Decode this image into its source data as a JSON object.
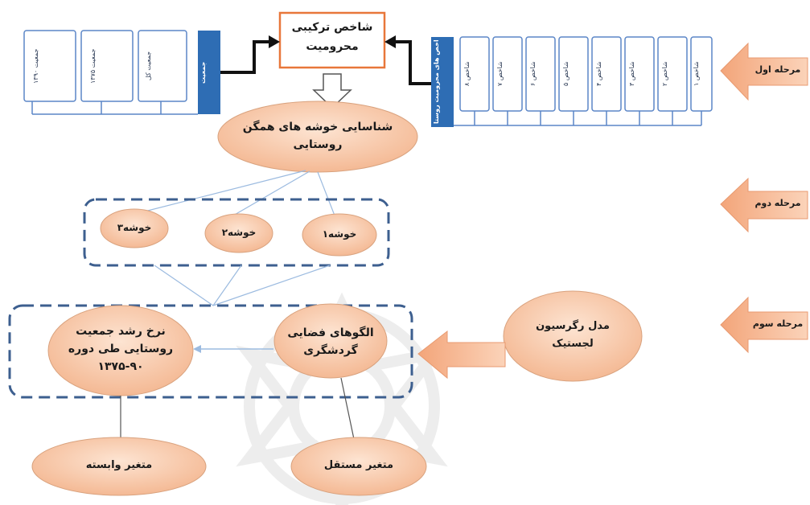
{
  "colors": {
    "ellipse_fill": "#f7c9a8",
    "ellipse_stroke": "#d9a27e",
    "box_stroke": "#5b86c7",
    "header_fill": "#2e6db4",
    "highlight_stroke": "#e8773a",
    "arrow_fill": "#f6b08a",
    "dashed": "#3d5f8f",
    "connector": "#9cbbe0"
  },
  "stages": {
    "first": "مرحله اول",
    "second": "مرحله دوم",
    "third": "مرحله سوم"
  },
  "composite_index": {
    "line1": "شاخص ترکیبی",
    "line2": "محرومیت"
  },
  "left_group": {
    "header": "جمعیت",
    "boxes": [
      "جمعیت کل",
      "جمعیت ۱۳۷۵",
      "جمعیت ۱۳۹۰"
    ]
  },
  "right_group": {
    "header": "شاخص های محرومیت روستا",
    "boxes": [
      "شاخص ۱",
      "شاخص ۲",
      "شاخص ۳",
      "شاخص ۴",
      "شاخص ۵",
      "شاخص ۶",
      "شاخص ۷",
      "شاخص ۸"
    ]
  },
  "cluster_id": {
    "line1": "شناسایی خوشه های همگن",
    "line2": "روستایی"
  },
  "clusters": [
    "خوشه۱",
    "خوشه۲",
    "خوشه۳"
  ],
  "spatial_patterns": {
    "line1": "الگوهای فضایی",
    "line2": "گردشگری"
  },
  "growth_rate": {
    "line1": "نرخ رشد جمعیت",
    "line2": "روستایی طی دوره",
    "line3": "۱۳۷۵-۹۰"
  },
  "regression": {
    "line1": "مدل رگرسیون",
    "line2": "لجستیک"
  },
  "dependent_var": "متغیر وابسته",
  "independent_var": "متغیر مستقل"
}
